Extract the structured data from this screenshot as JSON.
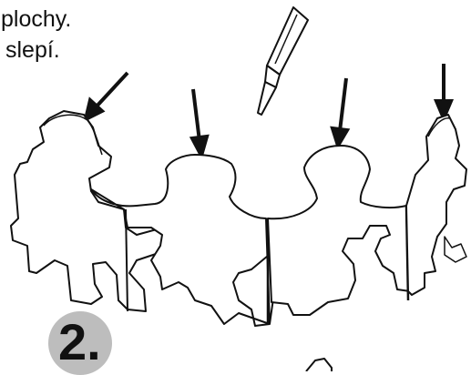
{
  "instructions": {
    "line1": "plochy.",
    "line2": "slepí."
  },
  "step": {
    "number": "2."
  },
  "icons": {
    "glue": "glue-tube-icon",
    "arrow": "arrow-down-icon"
  },
  "colors": {
    "ink": "#111111",
    "badge": "#bdbdbd"
  }
}
